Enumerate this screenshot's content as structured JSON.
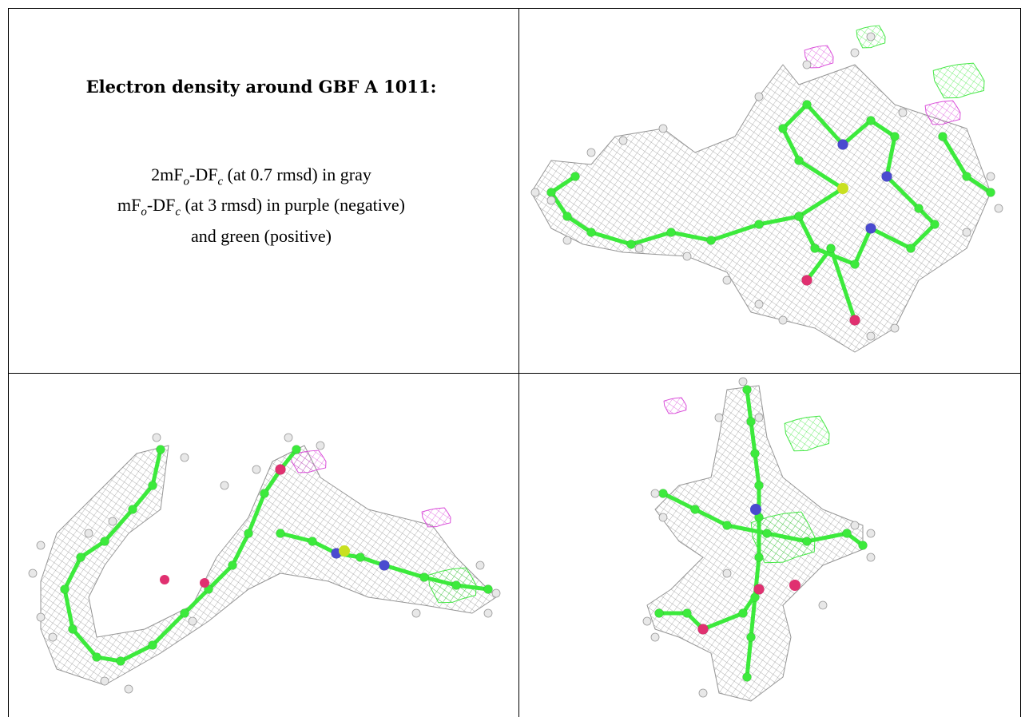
{
  "caption": {
    "title": "Electron density around GBF A 1011:",
    "line1": {
      "a": "2mF",
      "a_sub": "o",
      "b": "-DF",
      "b_sub": "c",
      "c": " (at 0.7 rmsd) in gray"
    },
    "line2": {
      "a": "mF",
      "a_sub": "o",
      "b": "-DF",
      "b_sub": "c",
      "c": " (at 3 rmsd) in purple (negative)"
    },
    "line3": "and green (positive)"
  },
  "colors": {
    "mesh_gray": "#8a8a8a",
    "mesh_purple": "#d63cd6",
    "mesh_green": "#33e633",
    "atom_carbon": "#3cea3c",
    "atom_hydrogen": "#e8e8e8",
    "atom_nitrogen": "#4a4ad0",
    "atom_oxygen": "#e03070",
    "atom_magnesium": "#c8e020"
  },
  "panels": [
    {
      "view": "top-right"
    },
    {
      "view": "bottom-left"
    },
    {
      "view": "bottom-right"
    }
  ]
}
